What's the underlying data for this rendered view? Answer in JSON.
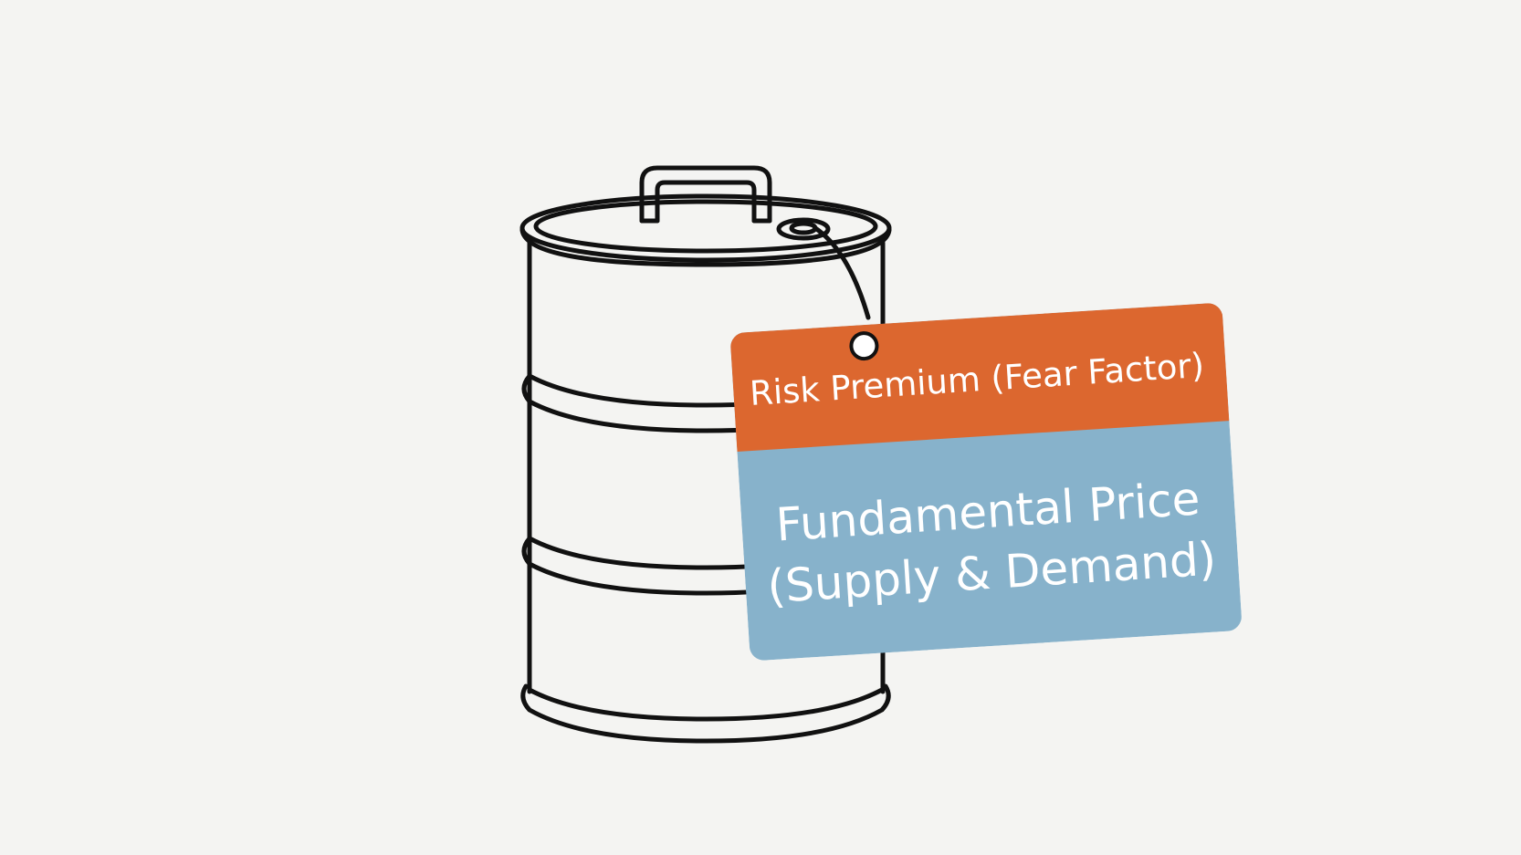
{
  "illustration": {
    "object_icon": "oil-barrel-icon",
    "tag_string_icon": "tag-string-icon"
  },
  "price_tag": {
    "top_label": "Risk Premium (Fear Factor)",
    "bottom_label_line1": "Fundamental Price",
    "bottom_label_line2": "(Supply & Demand)"
  },
  "colors": {
    "background": "#f4f4f2",
    "outline": "#111111",
    "risk_premium": "#dc672f",
    "fundamental_price": "#87b2cb",
    "text_on_tag": "#ffffff"
  }
}
